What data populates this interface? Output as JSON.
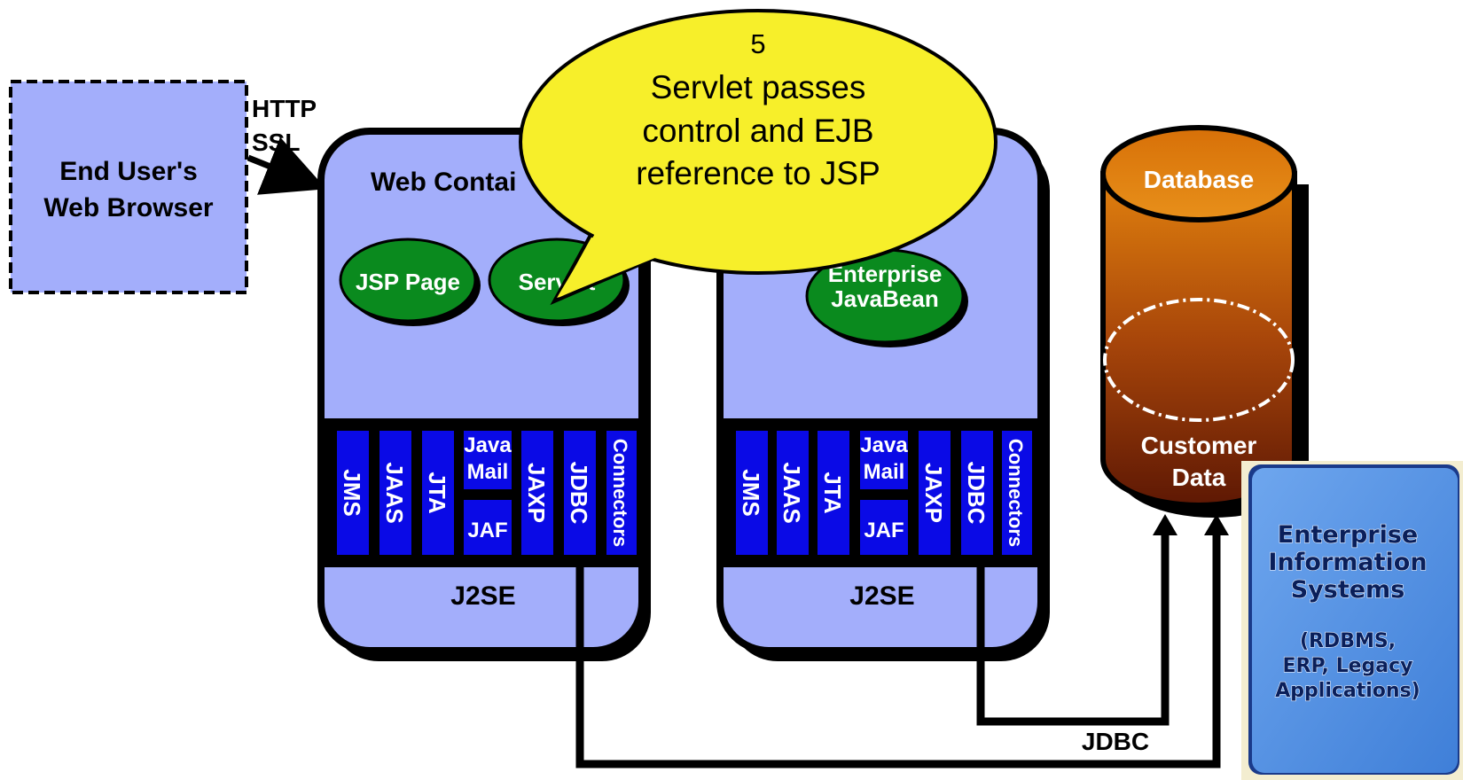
{
  "browser": {
    "line1": "End User's",
    "line2": "Web Browser",
    "protocol1": "HTTP",
    "protocol2": "SSL"
  },
  "web_container": {
    "title": "Web Contai",
    "components": [
      "JSP Page",
      "Servlet"
    ],
    "apis": [
      "JMS",
      "JAAS",
      "JTA",
      "JAXP",
      "JDBC",
      "Connectors"
    ],
    "java_mail": [
      "Java",
      "Mail"
    ],
    "jaf": "JAF",
    "j2se": "J2SE"
  },
  "ejb_container": {
    "title_tail": "r",
    "component_line1": "Enterprise",
    "component_line2": "JavaBean",
    "apis": [
      "JMS",
      "JAAS",
      "JTA",
      "JAXP",
      "JDBC",
      "Connectors"
    ],
    "java_mail": [
      "Java",
      "Mail"
    ],
    "jaf": "JAF",
    "j2se": "J2SE"
  },
  "database": {
    "title": "Database",
    "data_line1": "Customer",
    "data_line2": "Data"
  },
  "jdbc_label": "JDBC",
  "eis": {
    "line1": "Enterprise",
    "line2": "Information",
    "line3": "Systems",
    "line4": "(RDBMS,",
    "line5": "ERP, Legacy",
    "line6": "Applications)"
  },
  "callout": {
    "step": "5",
    "line1": "Servlet passes",
    "line2": "control and EJB",
    "line3": "reference to JSP"
  },
  "colors": {
    "container_fill": "#a3aefb",
    "api_blue": "#0a0ae6",
    "bean_green": "#0a8a1e",
    "callout_yellow": "#f7ef2a",
    "db_top": "#e07a0a",
    "db_bottom": "#6e1e06",
    "eis_blue": "#4f8fe0"
  }
}
